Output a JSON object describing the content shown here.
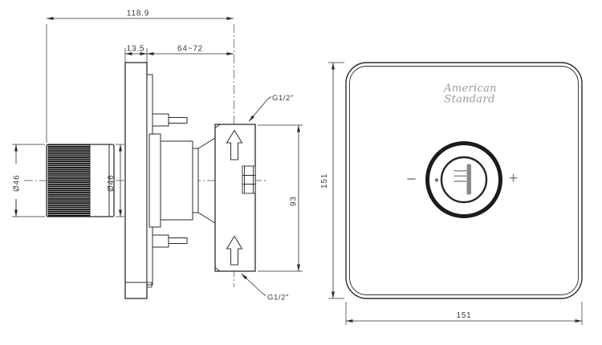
{
  "drawing": {
    "background": "#ffffff",
    "line_color": "#2b2b2b",
    "gray_accent": "#8a8a8a"
  },
  "side_view": {
    "dim_overall_depth": "118.9",
    "dim_plate_thickness": "13.5",
    "dim_wall_depth_range": "64~72",
    "dim_knob_diameter": "Ø46",
    "dim_trim_diameter": "Ø46",
    "dim_port_span": "93",
    "label_top_port": "G1/2\"",
    "label_bottom_port": "G1/2\""
  },
  "front_view": {
    "brand_line1": "American",
    "brand_line2": "Standard",
    "dim_height": "151",
    "dim_width": "151",
    "minus_label": "−",
    "plus_label": "+"
  }
}
